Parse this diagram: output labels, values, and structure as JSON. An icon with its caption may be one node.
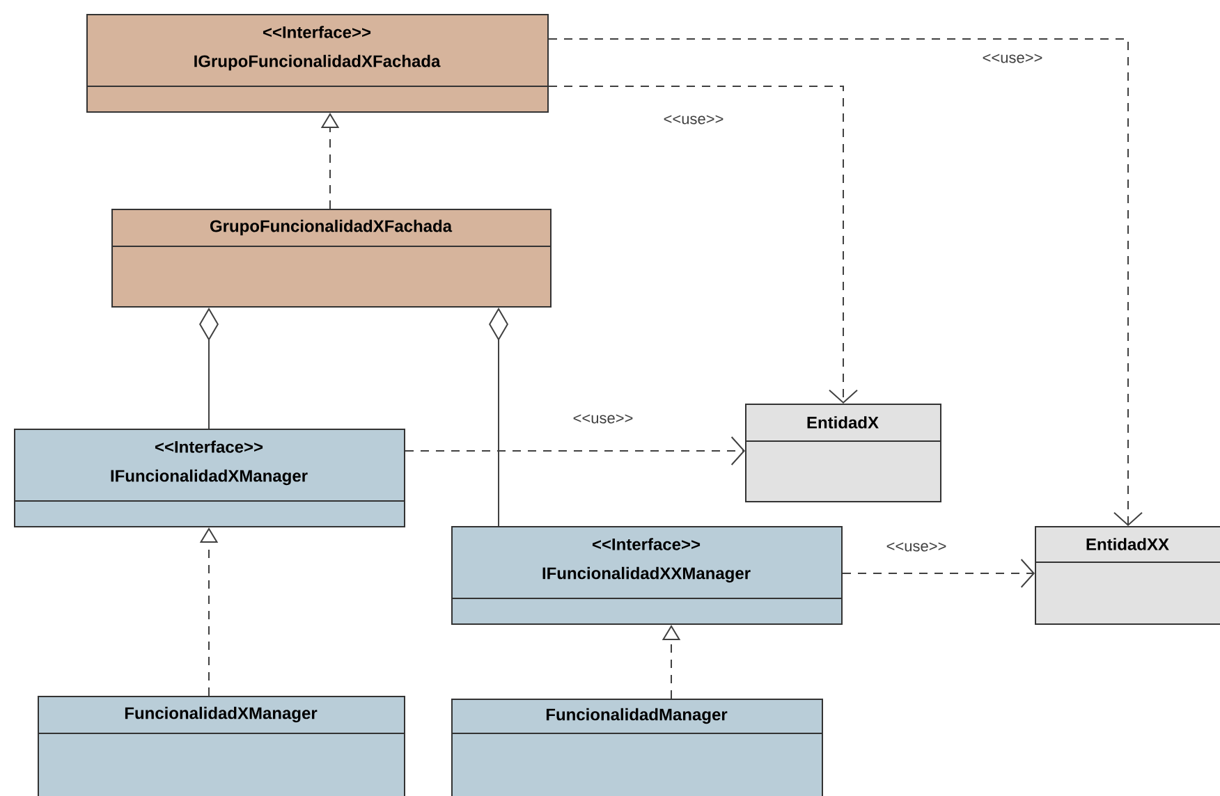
{
  "diagram": {
    "nodes": [
      {
        "text": [
          "<<Interface>>",
          "IGrupoFuncionalidadXFachada"
        ]
      },
      {
        "text": [
          "GrupoFuncionalidadXFachada"
        ]
      },
      {
        "text": [
          "<<Interface>>",
          "IFuncionalidadXManager"
        ]
      },
      {
        "text": [
          "<<Interface>>",
          "IFuncionalidadXXManager"
        ]
      },
      {
        "text": [
          "FuncionalidadXManager"
        ]
      },
      {
        "text": [
          "FuncionalidadManager"
        ]
      },
      {
        "text": [
          "EntidadX"
        ]
      },
      {
        "text": [
          "EntidadXX"
        ]
      }
    ],
    "edges": [
      {
        "from": 1,
        "to": 0,
        "arrow": "to",
        "style": "dashed"
      },
      {
        "from": 2,
        "to": 1,
        "arrow": "other"
      },
      {
        "from": 3,
        "to": 1,
        "arrow": "other"
      },
      {
        "from": 4,
        "to": 2,
        "arrow": "to",
        "style": "dashed"
      },
      {
        "from": 5,
        "to": 3,
        "arrow": "to",
        "style": "dashed"
      },
      {
        "from": 2,
        "to": 6,
        "arrow": "to",
        "style": "dashed",
        "label": "<<use>>"
      },
      {
        "from": 3,
        "to": 7,
        "arrow": "to",
        "style": "dashed",
        "label": "<<use>>"
      },
      {
        "from": 0,
        "to": 6,
        "arrow": "to",
        "style": "dashed",
        "label": "<<use>>"
      },
      {
        "from": 0,
        "to": 7,
        "arrow": "to",
        "style": "dashed",
        "label": "<<use>>"
      }
    ]
  }
}
